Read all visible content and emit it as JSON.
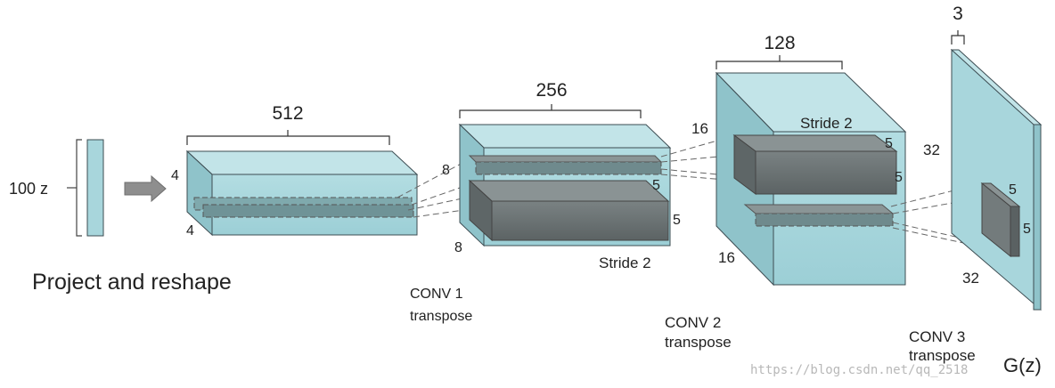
{
  "input": {
    "label": "100 z"
  },
  "projection": {
    "label": "Project and reshape",
    "width": "512",
    "height": "4",
    "depth": "4"
  },
  "conv1": {
    "label": "CONV 1",
    "sublabel": "transpose",
    "width": "256",
    "height": "8",
    "depth": "8",
    "stride": "Stride 2",
    "kernel_h": "5",
    "kernel_w": "5"
  },
  "conv2": {
    "label": "CONV 2",
    "sublabel": "transpose",
    "width": "128",
    "height": "16",
    "depth": "16",
    "stride": "Stride 2",
    "kernel_h": "5",
    "kernel_w": "5"
  },
  "conv3": {
    "label": "CONV 3",
    "sublabel": "transpose",
    "width": "3",
    "height": "32",
    "depth": "32",
    "kernel_h": "5",
    "kernel_w": "5"
  },
  "output": {
    "label": "G(z)"
  },
  "watermark": "https://blog.csdn.net/qq_2518",
  "colors": {
    "block_fill": "#a8d6dc",
    "block_stroke": "#3c4c52",
    "kernel_fill": "#666d6e",
    "arrow": "#8a8a8a"
  }
}
